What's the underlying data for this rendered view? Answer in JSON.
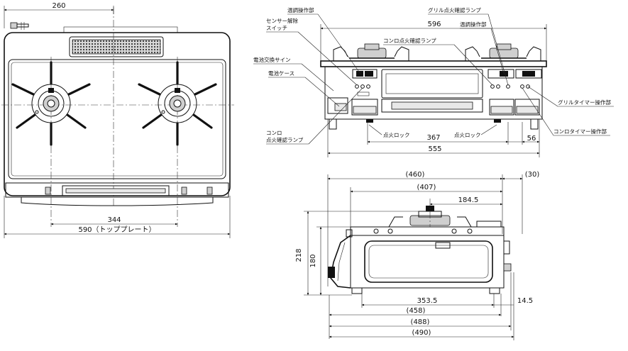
{
  "top_view": {
    "dim_width_top": "260",
    "dim_burner_spacing": "344",
    "dim_total_width": "590（トッププレート）"
  },
  "front_view": {
    "dim_overall_top": "596",
    "dim_overall_bottom": "555",
    "dim_grill_width": "367",
    "dim_right_part": "56",
    "labels": {
      "knob_left": "温調操作部",
      "sensor_release_1": "センサー解除",
      "sensor_release_2": "スイッチ",
      "battery_sign": "電池交換サイン",
      "battery_case": "電池ケース",
      "stove_lamp_1": "コンロ",
      "stove_lamp_2": "点火確認ランプ",
      "stove_lamp_center": "コンロ点火確認ランプ",
      "ignition_lock_left": "点火ロック",
      "ignition_lock_right": "点火ロック",
      "grill_lamp": "グリル点火確認ランプ",
      "knob_right": "温調操作部",
      "grill_timer": "グリルタイマー操作部",
      "stove_timer": "コンロタイマー操作部"
    }
  },
  "side_view": {
    "dim_460": "(460)",
    "dim_30": "(30)",
    "dim_407": "(407)",
    "dim_184_5": "184.5",
    "dim_218": "218",
    "dim_180": "180",
    "dim_353_5": "353.5",
    "dim_14_5": "14.5",
    "dim_458": "(458)",
    "dim_488": "(488)",
    "dim_490": "(490)"
  },
  "icons": {
    "arrow": "arrowhead-icon",
    "burner": "burner-icon",
    "knob": "knob-icon"
  }
}
